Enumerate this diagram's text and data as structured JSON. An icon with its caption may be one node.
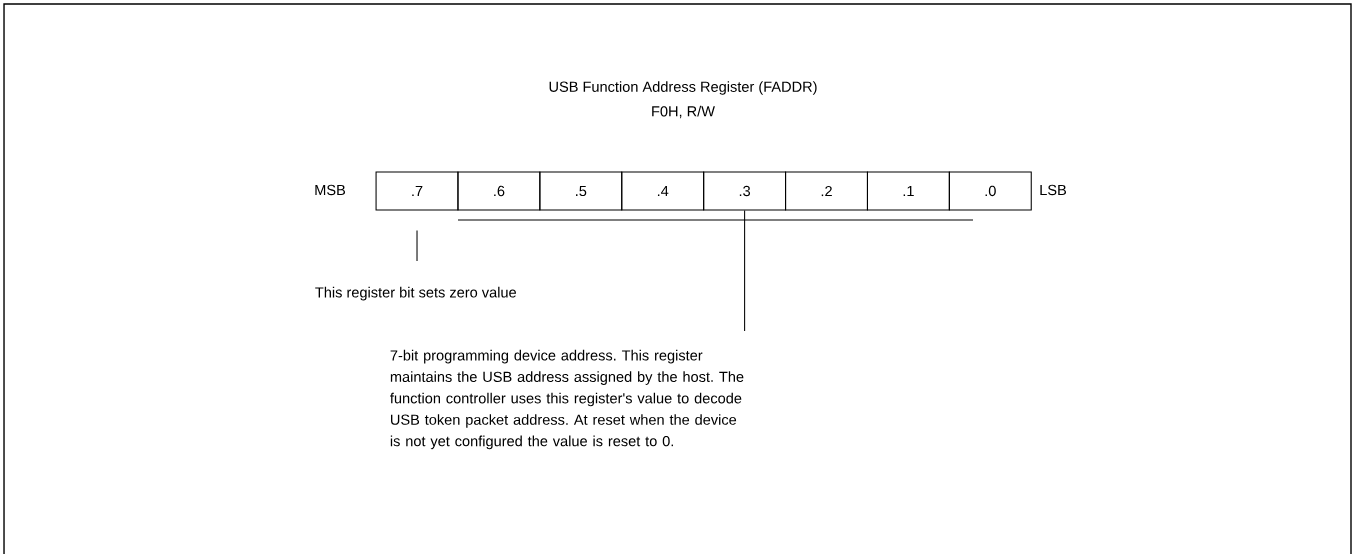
{
  "diagram": {
    "title": "USB Function Address Register (FADDR)",
    "nodes": [
      {
        "text": [
          ".7"
        ]
      },
      {
        "text": [
          ".6"
        ]
      },
      {
        "text": [
          ".5"
        ]
      },
      {
        "text": [
          ".4"
        ]
      },
      {
        "text": [
          ".3"
        ]
      },
      {
        "text": [
          ".2"
        ]
      },
      {
        "text": [
          ".1"
        ]
      },
      {
        "text": [
          ".0"
        ]
      },
      {
        "text": [
          "This register bit sets zero value"
        ]
      },
      {
        "text": [
          "7-bit programming device address. This register maintains the USB address assigned by the host. The function controller uses this register's value to decode USB token packet address. At reset when the device is not yet configured the value is reset to 0."
        ]
      }
    ],
    "edges": [
      {
        "from": 8,
        "to": 0,
        "arrow": "none"
      },
      {
        "from": 9,
        "to": 4,
        "arrow": "none"
      }
    ],
    "labels": [
      "F0H, R/W",
      "MSB",
      "LSB"
    ]
  }
}
